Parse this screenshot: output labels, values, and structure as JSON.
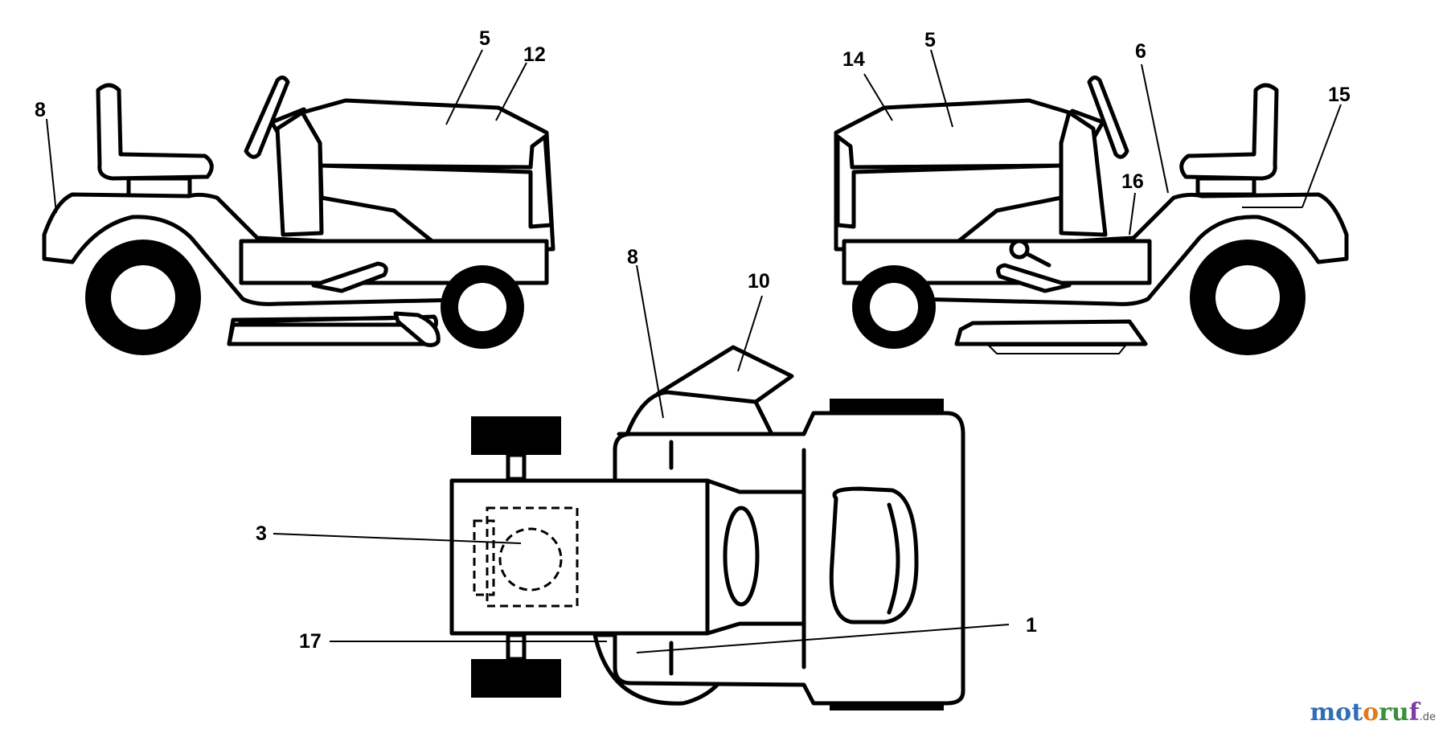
{
  "callouts": {
    "left_view": {
      "c8": "8",
      "c5": "5",
      "c12": "12"
    },
    "right_view": {
      "c14": "14",
      "c5": "5",
      "c6": "6",
      "c15": "15",
      "c16": "16"
    },
    "top_view": {
      "c8": "8",
      "c10": "10",
      "c3": "3",
      "c17": "17",
      "c1": "1"
    }
  },
  "watermark": {
    "brand_a": "mot",
    "brand_b": "o",
    "brand_c": "ru",
    "brand_d": "f",
    "tld": ".de"
  },
  "colors": {
    "line": "#000000",
    "background": "#ffffff"
  }
}
